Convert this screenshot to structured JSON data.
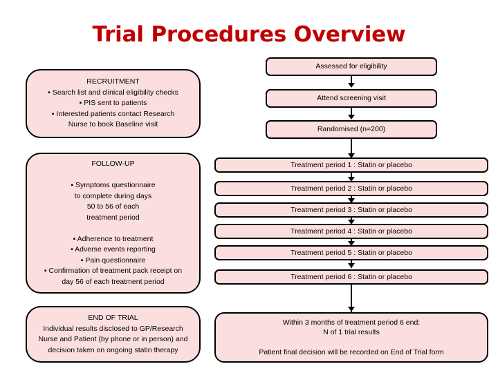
{
  "page": {
    "title": "Trial Procedures Overview",
    "title_color": "#C00000",
    "box_fill": "#FBDFDF",
    "box_border": "#000000"
  },
  "left_column": {
    "recruitment": {
      "text": "RECRUITMENT\n▪  Search list and clinical eligibility checks\n▪   PIS sent to patients\n▪   Interested patients contact Research\nNurse to book Baseline visit"
    },
    "follow_up": {
      "text": "FOLLOW-UP\n\n▪    Symptoms questionnaire\nto complete during days\n50 to 56 of each\ntreatment period\n\n▪   Adherence to treatment\n▪   Adverse events reporting\n▪    Pain questionnaire\n▪  Confirmation of treatment pack receipt on\nday 56 of each treatment period"
    },
    "end_of_trial": {
      "text": "END OF TRIAL\nIndividual results disclosed to GP/Research\nNurse and Patient (by phone or in person) and\ndecision taken on ongoing statin therapy"
    }
  },
  "right_column": {
    "screening": [
      {
        "label": "Assessed for eligibility"
      },
      {
        "label": "Attend screening visit"
      },
      {
        "label": "Randomised (n=200)"
      }
    ],
    "treatment_periods": [
      {
        "label": "Treatment period 1 : Statin or placebo"
      },
      {
        "label": "Treatment period 2 : Statin or placebo"
      },
      {
        "label": "Treatment period 3 : Statin or placebo"
      },
      {
        "label": "Treatment period 4 : Statin or placebo"
      },
      {
        "label": "Treatment period 5 : Statin or placebo"
      },
      {
        "label": "Treatment period 6 : Statin or placebo"
      }
    ],
    "results": {
      "text": "Within 3 months of treatment period 6  end:\nN of 1 trial results\n\nPatient final decision will be recorded on End of Trial form"
    }
  }
}
